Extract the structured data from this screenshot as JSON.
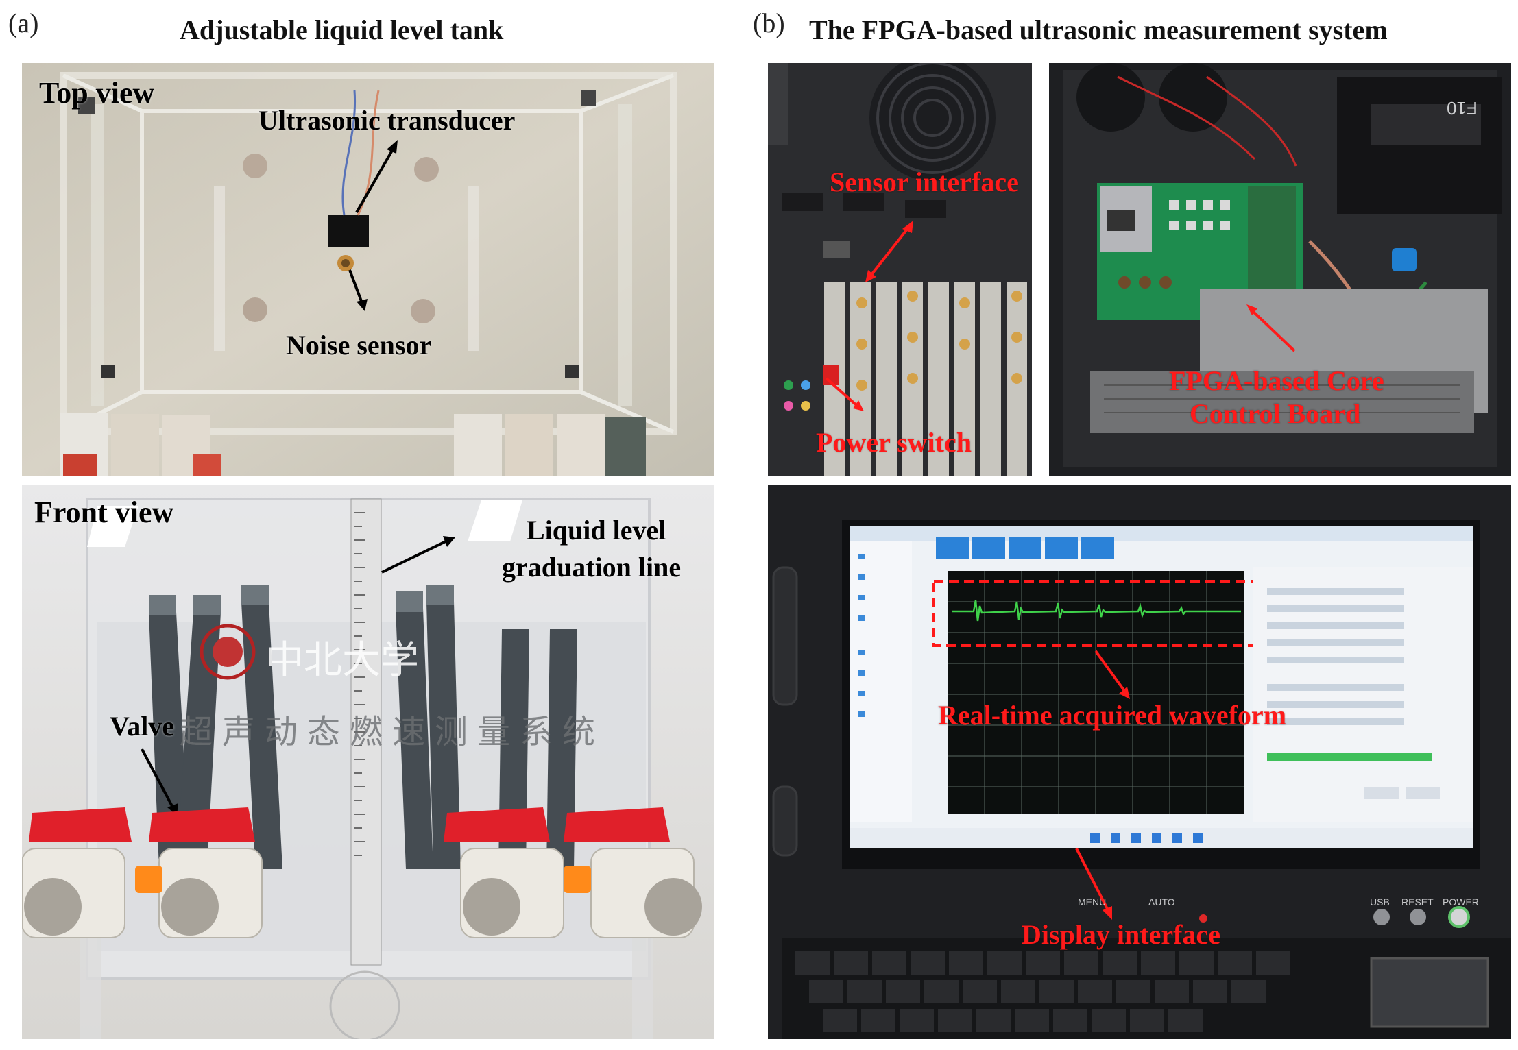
{
  "colors": {
    "annotation_red": "#ff1a1a",
    "annotation_black": "#000000",
    "waveform_green": "#3fd24a",
    "board_green": "#1e8c4e",
    "valve_red": "#e0202a",
    "valve_orange": "#ff8a1a"
  },
  "panel_a": {
    "letter": "(a)",
    "title": "Adjustable liquid level tank",
    "top_view": {
      "view_label": "Top view",
      "transducer_label": "Ultrasonic transducer",
      "noise_sensor_label": "Noise sensor"
    },
    "front_view": {
      "view_label": "Front view",
      "graduation_label_line1": "Liquid level",
      "graduation_label_line2": "graduation line",
      "valve_label": "Valve",
      "tank_chinese_text": "超声动态燃速测量系统",
      "tank_logo_text": "中北大学"
    }
  },
  "panel_b": {
    "letter": "(b)",
    "title": "The FPGA-based ultrasonic measurement system",
    "rear_panel": {
      "sensor_interface_label": "Sensor interface",
      "power_switch_label": "Power switch"
    },
    "internal": {
      "brand_text": "F10",
      "board_label_line1": "FPGA-based Core",
      "board_label_line2": "Control Board"
    },
    "display": {
      "waveform_label": "Real-time acquired waveform",
      "display_interface_label": "Display interface",
      "button_labels": [
        "MENU",
        "AUTO",
        "USB",
        "RESET",
        "POWER"
      ]
    }
  }
}
